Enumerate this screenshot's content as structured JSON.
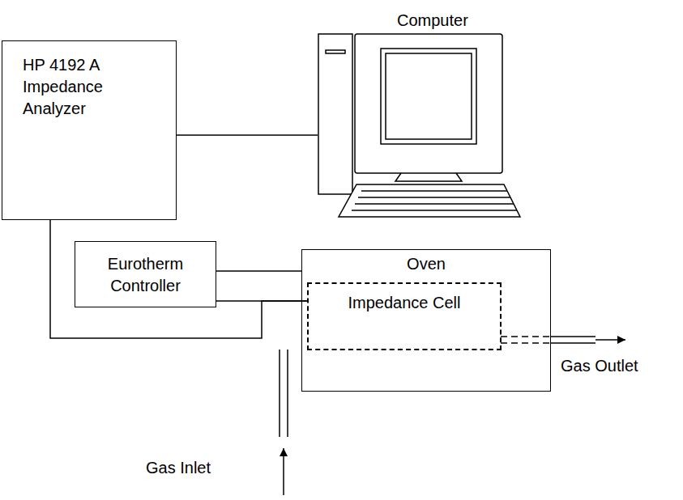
{
  "diagram": {
    "nodes": [
      {
        "text": [
          "HP 4192 A Impedance Analyzer"
        ]
      },
      {
        "text": [
          "Computer"
        ]
      },
      {
        "text": [
          "Eurotherm Controller"
        ]
      },
      {
        "text": [
          "Oven"
        ]
      },
      {
        "text": [
          "Impedance Cell"
        ],
        "in": 3
      }
    ],
    "edges": [
      {
        "from": 0,
        "to": 1,
        "arrow": "none"
      },
      {
        "from": 2,
        "to": 3,
        "arrow": "none"
      },
      {
        "from": 2,
        "to": 4,
        "arrow": "none"
      },
      {
        "from": 0,
        "to": 4,
        "arrow": "none"
      }
    ],
    "labels": [
      "Gas Outlet",
      "Gas Inlet"
    ]
  }
}
